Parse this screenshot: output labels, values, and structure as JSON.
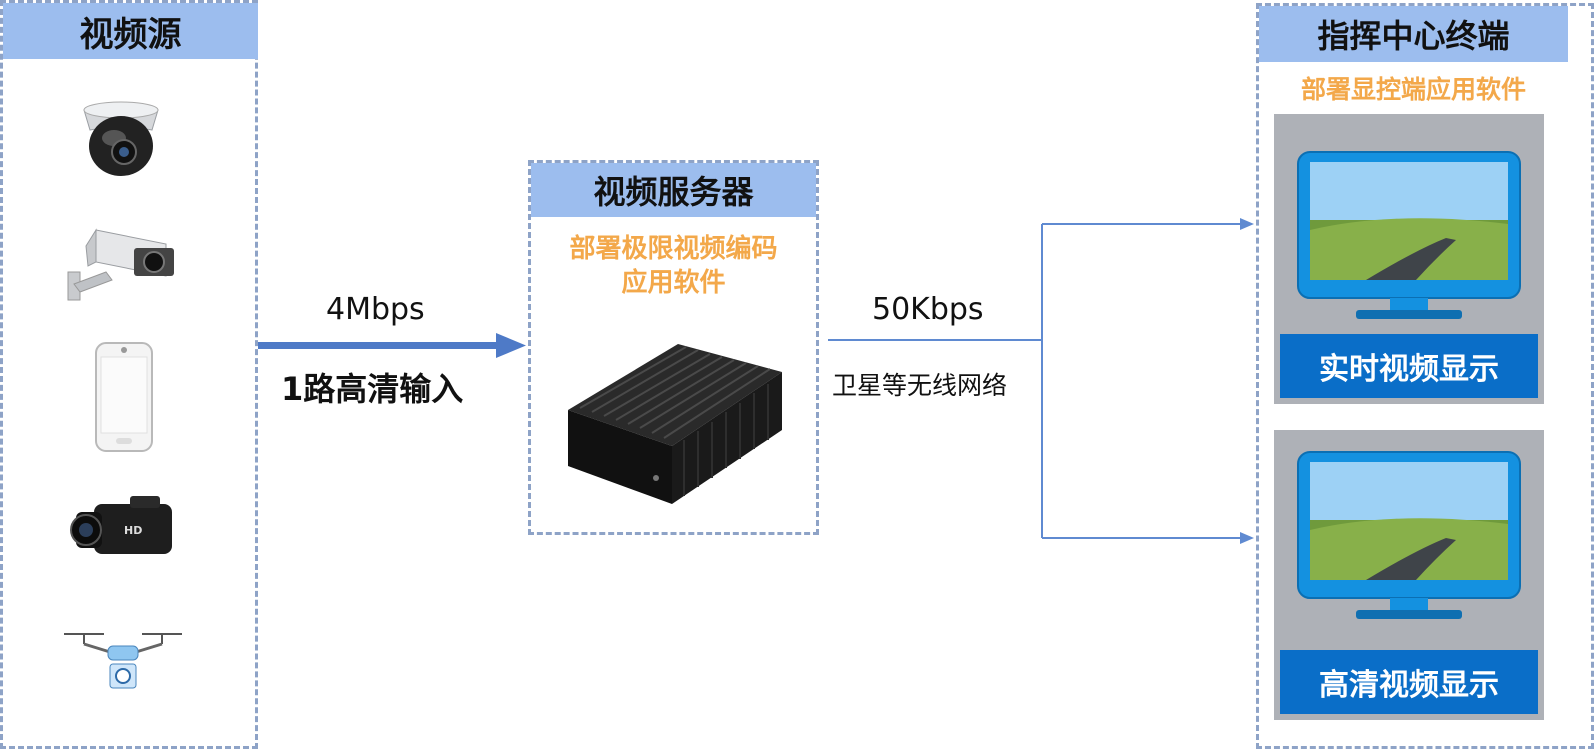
{
  "source": {
    "title": "视频源",
    "devices": [
      {
        "icon": "dome-camera-icon"
      },
      {
        "icon": "bullet-camera-icon"
      },
      {
        "icon": "smartphone-icon"
      },
      {
        "icon": "camcorder-icon",
        "badge": "HD"
      },
      {
        "icon": "drone-icon"
      }
    ]
  },
  "link_in": {
    "rate": "4Mbps",
    "note": "1路高清输入"
  },
  "server": {
    "title": "视频服务器",
    "software_line1": "部署极限视频编码",
    "software_line2": "应用软件",
    "device_icon": "encoder-box-icon"
  },
  "link_out": {
    "rate": "50Kbps",
    "note": "卫星等无线网络"
  },
  "terminal": {
    "title": "指挥中心终端",
    "software": "部署显控端应用软件",
    "displays": [
      {
        "label": "实时视频显示",
        "icon": "monitor-icon"
      },
      {
        "label": "高清视频显示",
        "icon": "monitor-icon"
      }
    ]
  },
  "colors": {
    "header_bg": "#9cbdee",
    "dashed_border": "#8ea3c7",
    "highlight_text": "#f3a84a",
    "arrow": "#4e7ac7",
    "display_label_bg": "#0a6ec8"
  }
}
